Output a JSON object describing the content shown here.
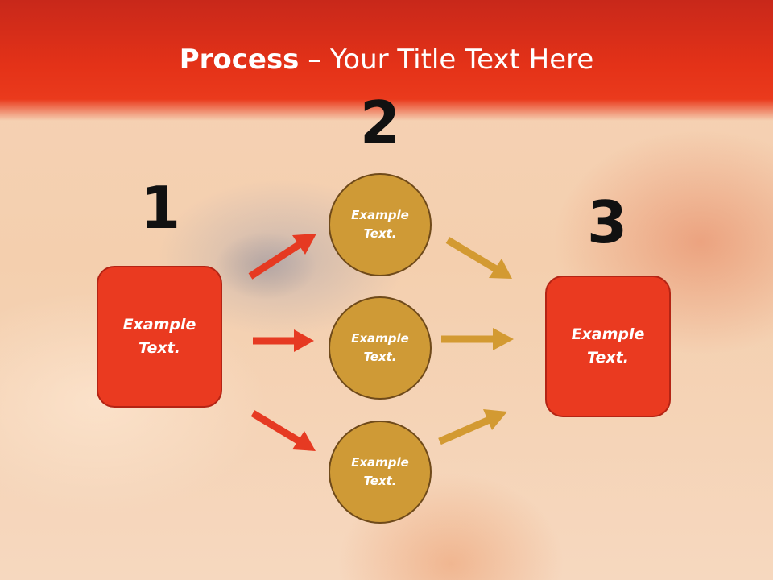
{
  "slide": {
    "title_bold": "Process",
    "title_rest": " – Your Title Text Here"
  },
  "steps": {
    "one": {
      "number": "1",
      "text_line1": "Example",
      "text_line2": "Text."
    },
    "two": {
      "number": "2"
    },
    "three": {
      "number": "3",
      "text_line1": "Example",
      "text_line2": "Text."
    }
  },
  "circles": [
    {
      "text_line1": "Example",
      "text_line2": "Text."
    },
    {
      "text_line1": "Example",
      "text_line2": "Text."
    },
    {
      "text_line1": "Example",
      "text_line2": "Text."
    }
  ],
  "colors": {
    "banner": "#e43218",
    "box_fill": "#ea3a20",
    "circle_fill": "#cf9a36",
    "red_arrow": "#e63a22",
    "gold_arrow": "#d39a32"
  },
  "icons": [
    "right-arrow-icon"
  ]
}
